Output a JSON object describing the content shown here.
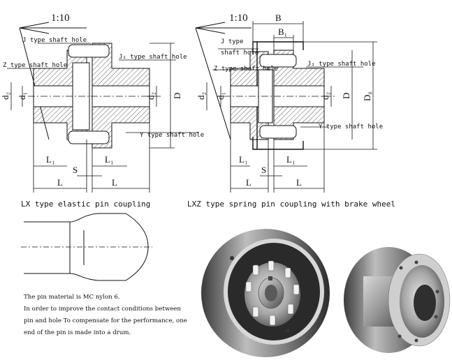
{
  "lx": {
    "taper": "1:10",
    "labels": {
      "j_hole": "J type shaft hole",
      "z_hole": "Z type shaft hole",
      "j1_hole": "J₁ type shaft hole",
      "y_hole": "Y type shaft hole"
    },
    "dims": {
      "d2": "d₂",
      "d1": "d₁",
      "d2r": "d₂",
      "D": "D",
      "L1a": "L₁",
      "L1b": "L₁",
      "S": "S",
      "La": "L",
      "Lb": "L"
    },
    "caption": "LX type elastic pin coupling"
  },
  "lxz": {
    "taper": "1:10",
    "labels": {
      "j_hole_1": "J type",
      "j_hole_2": "shaft hole",
      "z_hole": "Z type shaft hole",
      "j1_hole": "J₁ type shaft hole",
      "y_hole": "Y type shaft hole"
    },
    "dims": {
      "B": "B",
      "B1": "B₁",
      "d2": "d₂",
      "d1": "d₁",
      "d2r": "d₂",
      "D": "D",
      "D0": "D₀",
      "L1a": "L₁",
      "L1b": "L₁",
      "S": "S",
      "La": "L",
      "Lb": "L"
    },
    "caption": "LXZ type spring pin coupling with brake wheel"
  },
  "note": {
    "line1": "The pin material is MC nylon 6.",
    "line2": "In order to improve the contact conditions between",
    "line3": "pin and hole To compensate for the performance, one",
    "line4": "end of the pin is made into a drum."
  }
}
